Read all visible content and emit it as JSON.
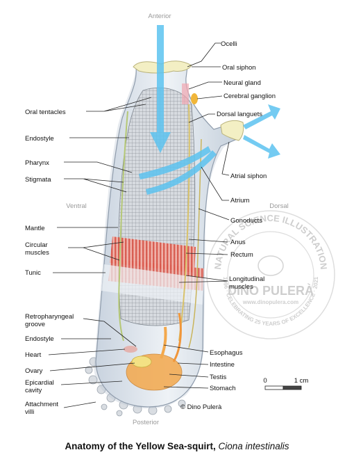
{
  "orientation": {
    "anterior": "Anterior",
    "posterior": "Posterior",
    "ventral": "Ventral",
    "dorsal": "Dorsal"
  },
  "labels_right": {
    "ocelli": "Ocelli",
    "oral_siphon": "Oral siphon",
    "neural_gland": "Neural gland",
    "cerebral_ganglion": "Cerebral ganglion",
    "dorsal_languets": "Dorsal languets",
    "atrial_siphon": "Atrial siphon",
    "atrium": "Atrium",
    "gonoducts": "Gonoducts",
    "anus": "Anus",
    "rectum": "Rectum",
    "longitudinal_muscles_1": "Longitudinal",
    "longitudinal_muscles_2": "muscles",
    "esophagus": "Esophagus",
    "intestine": "Intestine",
    "testis": "Testis",
    "stomach": "Stomach"
  },
  "labels_left": {
    "oral_tentacles": "Oral tentacles",
    "endostyle_top": "Endostyle",
    "pharynx": "Pharynx",
    "stigmata": "Stigmata",
    "mantle": "Mantle",
    "circular_muscles_1": "Circular",
    "circular_muscles_2": "muscles",
    "tunic": "Tunic",
    "retropharyngeal_groove_1": "Retropharyngeal",
    "retropharyngeal_groove_2": "groove",
    "endostyle_bottom": "Endostyle",
    "heart": "Heart",
    "ovary": "Ovary",
    "epicardial_cavity_1": "Epicardial",
    "epicardial_cavity_2": "cavity",
    "attachment_villi_1": "Attachment",
    "attachment_villi_2": "villi"
  },
  "scale_bar": {
    "zero": "0",
    "length": "1 cm"
  },
  "copyright": "© Dino Pulerà",
  "watermark": {
    "ring_top": "NATURAL SCIENCE ILLUSTRATION",
    "name": "DINO PULERÀ",
    "url": "www.dinopulera.com",
    "ring_bottom": "1996 · CELEBRATING 25 YEARS OF EXCELLENCE · 2021"
  },
  "caption": {
    "title": "Anatomy of the Yellow Sea-squirt,",
    "species": "Ciona intestinalis"
  },
  "colors": {
    "tunic": "#dfe6ef",
    "pharynx_mesh": "#8a8f96",
    "water_flow": "#5cc3f0",
    "muscle": "#e06b5f",
    "gonad": "#f3a84c",
    "ganglion": "#f0b63a"
  }
}
